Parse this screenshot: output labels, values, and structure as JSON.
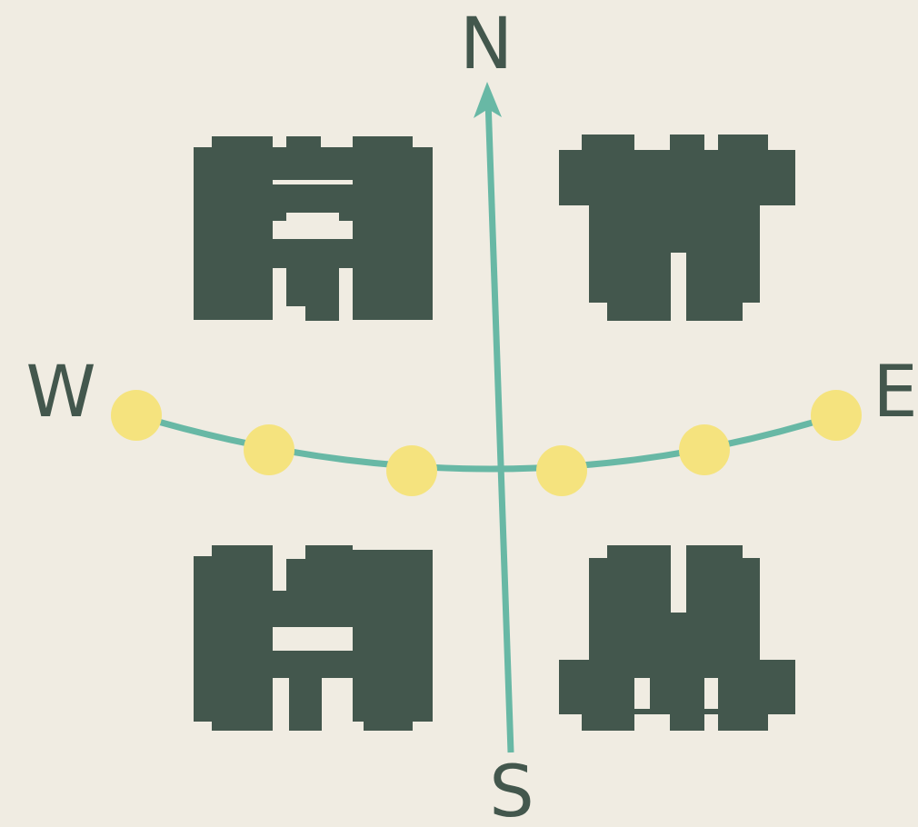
{
  "compass": {
    "north": "N",
    "south": "S",
    "east": "E",
    "west": "W"
  },
  "sun_path": {
    "positions": 6
  },
  "buildings": [
    {
      "id": "north-west-building"
    },
    {
      "id": "north-east-building"
    },
    {
      "id": "south-west-building"
    },
    {
      "id": "south-east-building"
    }
  ],
  "colors": {
    "background": "#F0ECE2",
    "building": "#43574D",
    "axis": "#68B8A5",
    "sun": "#F5E37E",
    "label": "#43574D"
  }
}
